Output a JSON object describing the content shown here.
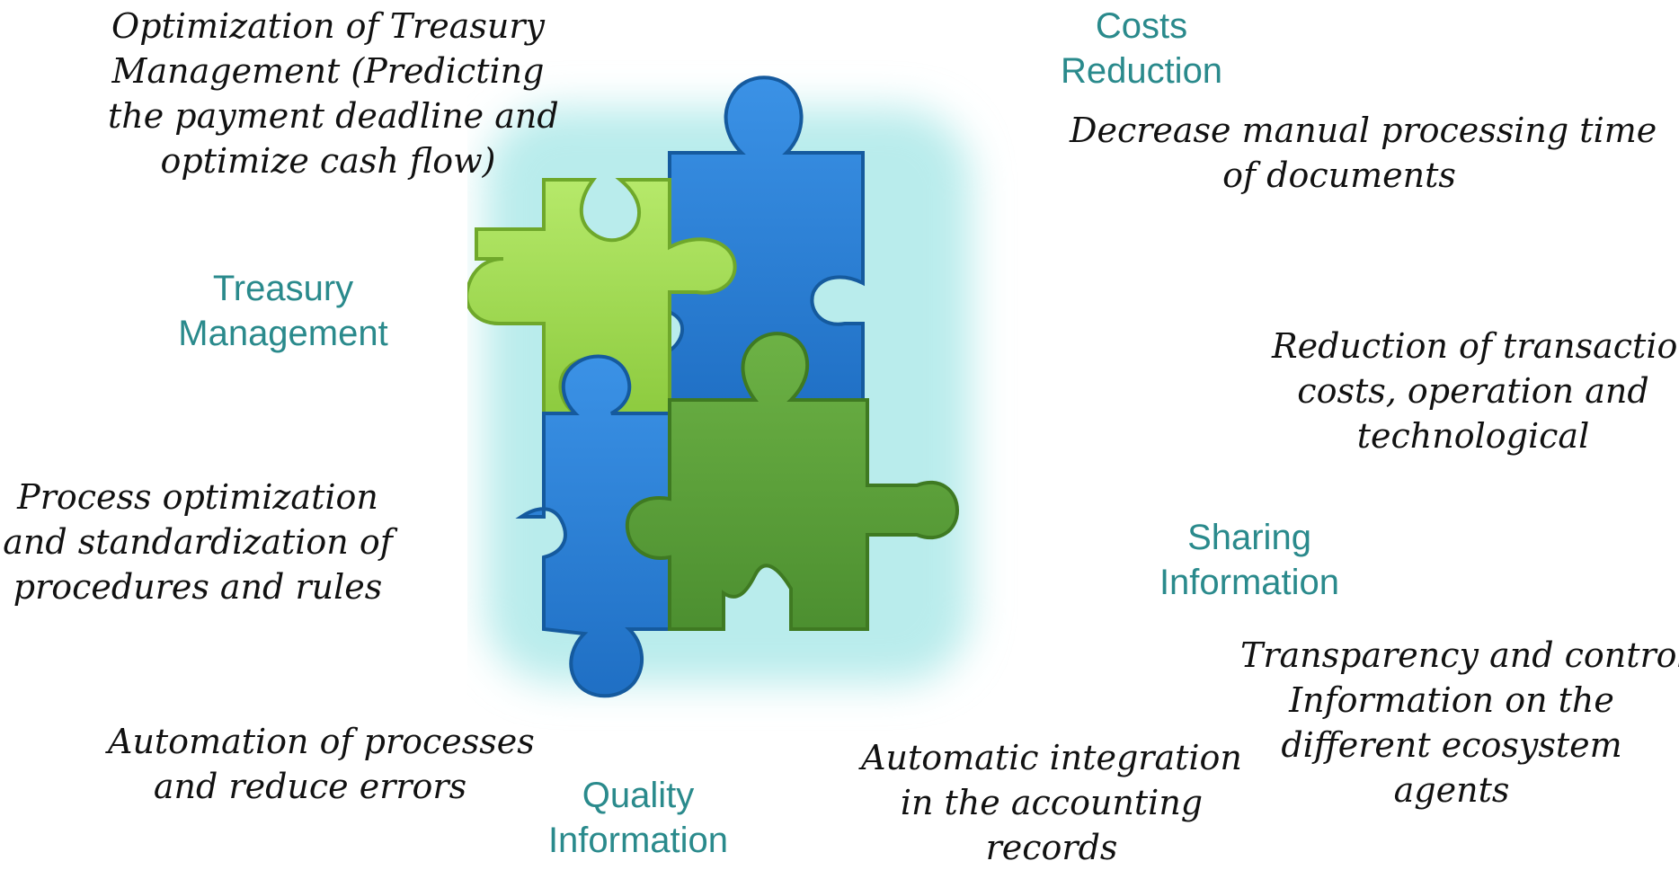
{
  "labels": {
    "costs": [
      "Costs",
      "Reduction"
    ],
    "treasury": [
      "Treasury",
      "Management"
    ],
    "sharing": [
      "Sharing",
      "Information"
    ],
    "quality": [
      "Quality",
      "Information"
    ]
  },
  "notes": {
    "treasury_opt": [
      "Optimization of Treasury",
      "Management (Predicting",
      "the payment deadline and",
      "optimize cash flow)"
    ],
    "decrease": [
      "Decrease manual processing time",
      "of documents"
    ],
    "reduction": [
      "Reduction of transaction",
      "costs, operation and",
      "technological"
    ],
    "process": [
      "Process optimization",
      "and standardization of",
      "procedures and rules"
    ],
    "transparency": [
      "Transparency and control",
      "Information on the",
      "different ecosystem",
      "agents"
    ],
    "automation": [
      "Automation of processes",
      "and reduce errors"
    ],
    "integration": [
      "Automatic integration",
      "in the accounting",
      "records"
    ]
  },
  "colors": {
    "light_green": "#9fd84e",
    "blue": "#2a80d6",
    "dark_green": "#5aa03a",
    "label_teal": "#2a8a8c",
    "glow": "#c8f0f0"
  },
  "icons": {
    "puzzle": "four-piece-puzzle"
  }
}
